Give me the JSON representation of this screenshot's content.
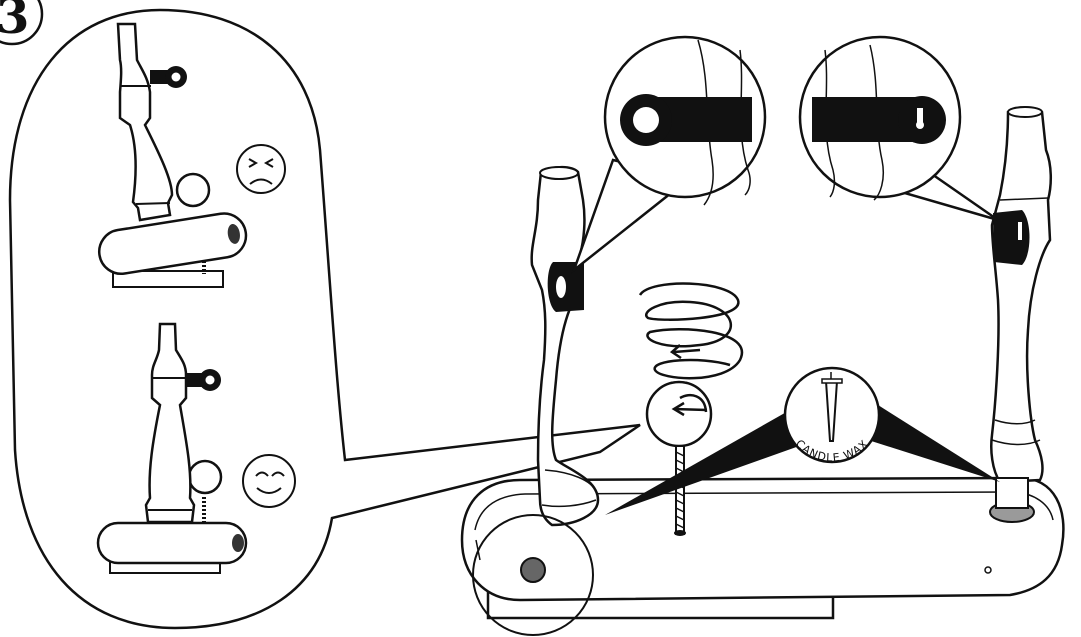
{
  "diagram": {
    "step_number": "3",
    "wax_label": "CANDLE WAX",
    "moods": [
      "frustrated",
      "happy"
    ],
    "colors": {
      "ink": "#111111",
      "paper": "#ffffff",
      "felt_pad": "#9a9a9a",
      "button": "#666666"
    }
  }
}
